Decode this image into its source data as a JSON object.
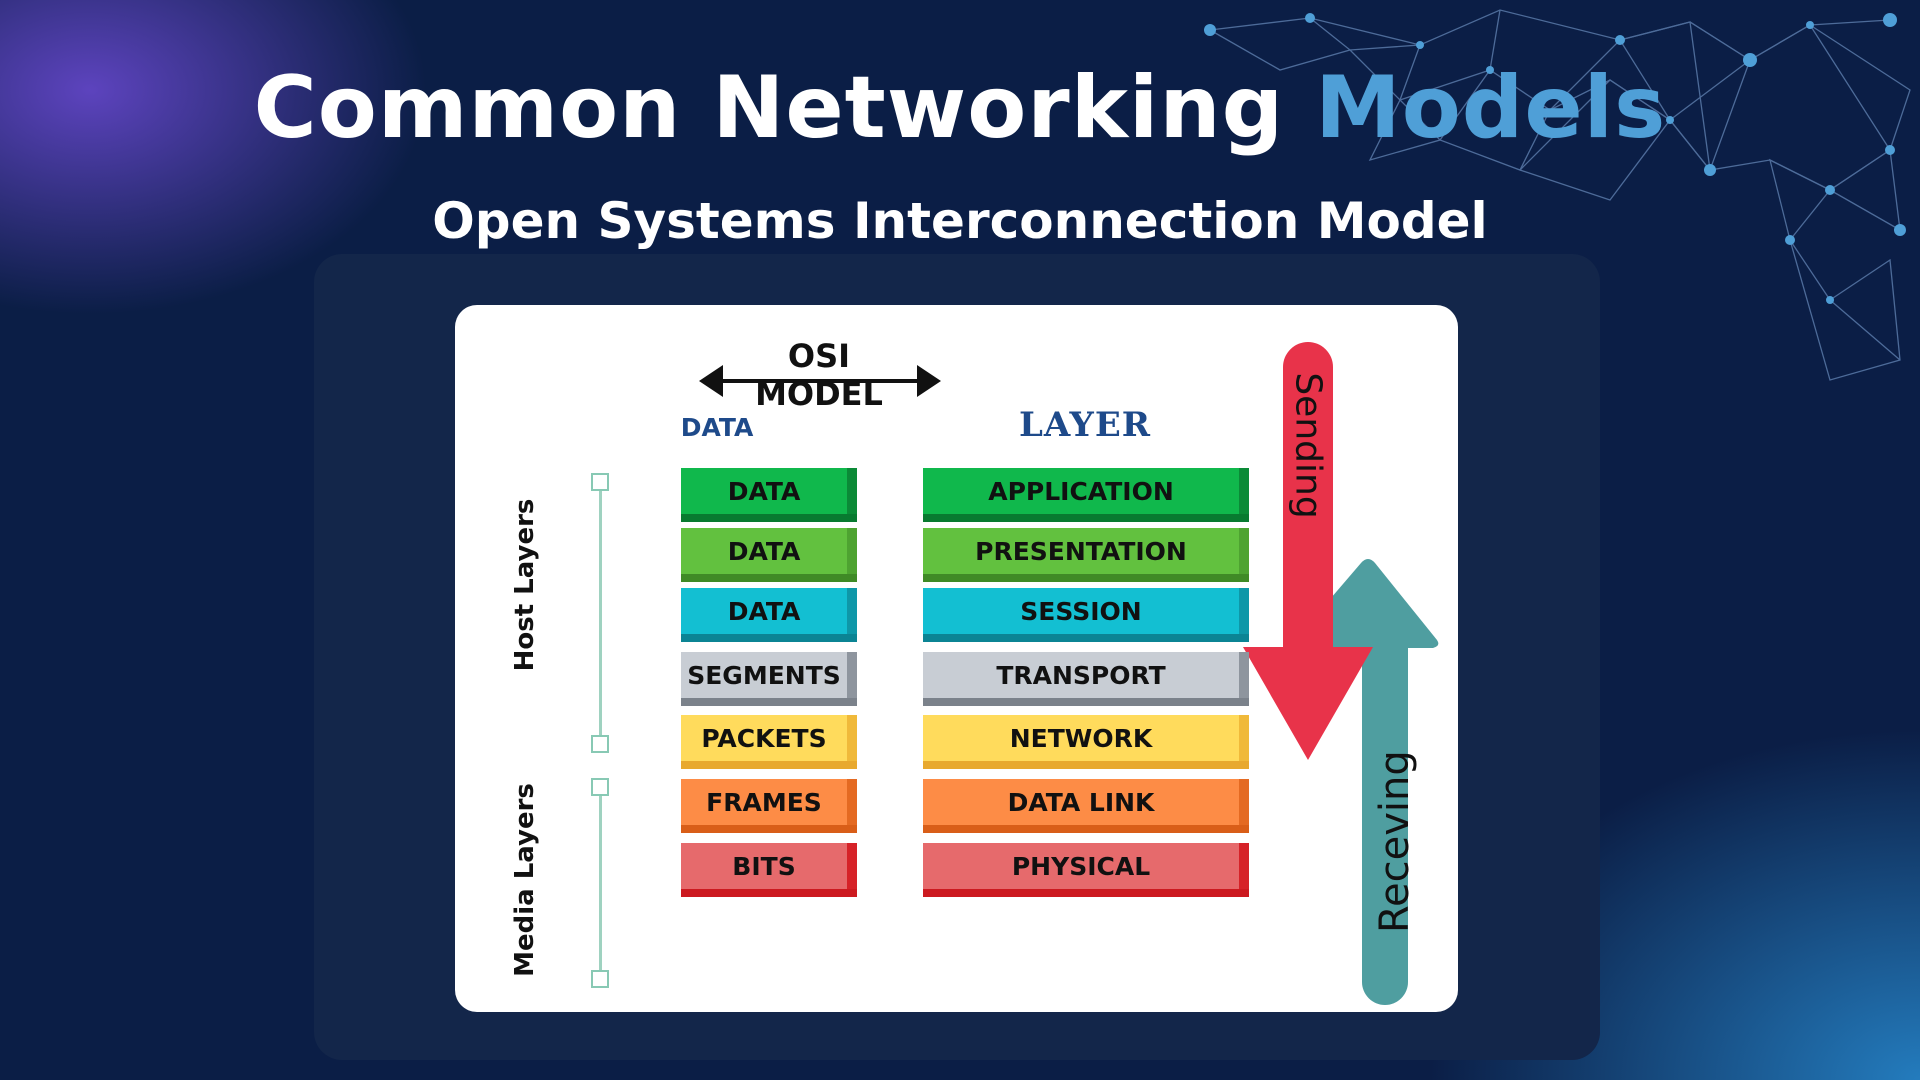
{
  "header": {
    "title_main": "Common Networking",
    "title_accent": "Models",
    "subtitle": "Open Systems Interconnection Model"
  },
  "diagram": {
    "osi_header": "OSI MODEL",
    "data_column_label": "DATA",
    "layer_column_label": "LAYER",
    "host_layers_label": "Host Layers",
    "media_layers_label": "Media Layers",
    "sending_label": "Sending",
    "receiving_label": "Receving",
    "rows": [
      {
        "data": "DATA",
        "layer": "APPLICATION",
        "face": "#10b84c",
        "side": "#0b8a37",
        "bottom": "#087a30"
      },
      {
        "data": "DATA",
        "layer": "PRESENTATION",
        "face": "#62c13f",
        "side": "#4ea331",
        "bottom": "#3f8a26"
      },
      {
        "data": "DATA",
        "layer": "SESSION",
        "face": "#13bfd2",
        "side": "#0e97a8",
        "bottom": "#0b8494"
      },
      {
        "data": "SEGMENTS",
        "layer": "TRANSPORT",
        "face": "#c8cdd4",
        "side": "#8e959e",
        "bottom": "#7b828b"
      },
      {
        "data": "PACKETS",
        "layer": "NETWORK",
        "face": "#ffdb5c",
        "side": "#f0b93a",
        "bottom": "#e8a92e"
      },
      {
        "data": "FRAMES",
        "layer": "DATA LINK",
        "face": "#fd8c46",
        "side": "#e46a22",
        "bottom": "#d95e18"
      },
      {
        "data": "BITS",
        "layer": "PHYSICAL",
        "face": "#e66a6c",
        "side": "#d62228",
        "bottom": "#cc1a20"
      }
    ],
    "colors": {
      "sending_arrow": "#e8334a",
      "receiving_arrow": "#4f9ea0",
      "layer_header": "#1e4a8a",
      "title_accent": "#4f9fd7"
    }
  }
}
